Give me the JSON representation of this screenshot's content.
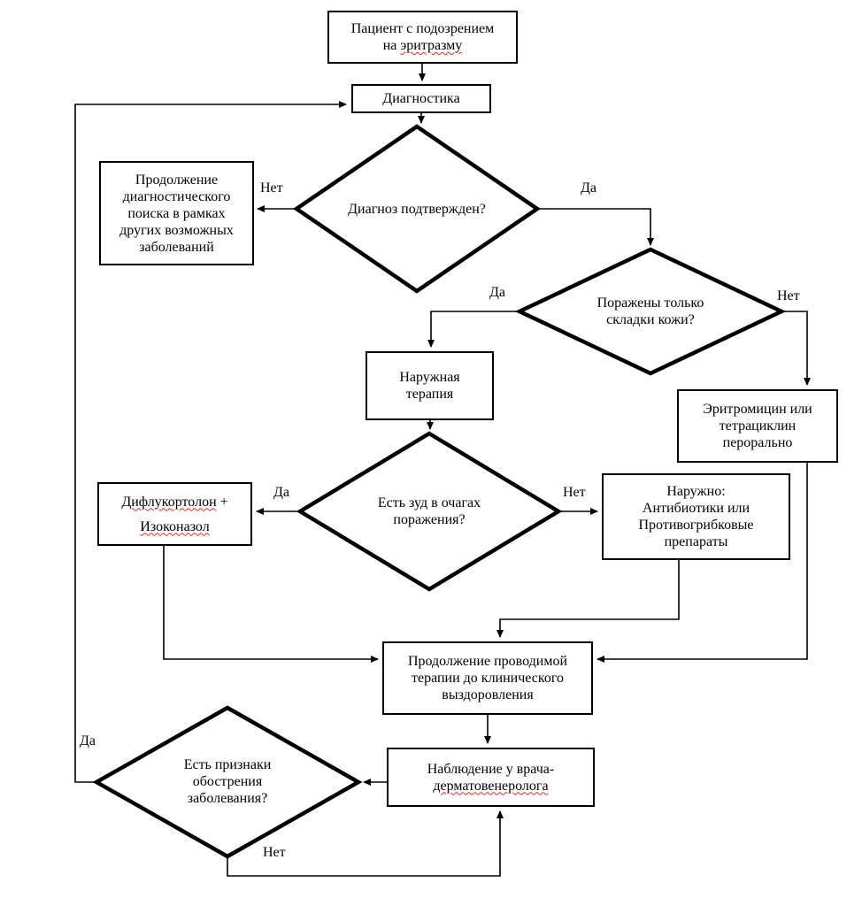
{
  "nodes": {
    "patient": {
      "line1": "Пациент с подозрением",
      "line2_prefix": "на ",
      "line2_word": "эритразму"
    },
    "diagnostics": {
      "label": "Диагностика"
    },
    "decision_confirmed": {
      "label": "Диагноз подтвержден?"
    },
    "diagnostic_search": {
      "lines": [
        "Продолжение",
        "диагностического",
        "поиска в рамках",
        "других возможных",
        "заболеваний"
      ]
    },
    "decision_folds": {
      "lines": [
        "Поражены только",
        "складки кожи?"
      ]
    },
    "external_therapy": {
      "lines": [
        "Наружная",
        "терапия"
      ]
    },
    "erythromycin": {
      "lines": [
        "Эритромицин или",
        "тетрациклин",
        "перорально"
      ]
    },
    "decision_itch": {
      "lines": [
        "Есть зуд в очагах",
        "поражения?"
      ]
    },
    "diflucortolone": {
      "word1": "Дифлукортолон",
      "suffix": " +",
      "word2": "Изоконазол"
    },
    "topical_drugs": {
      "lines": [
        "Наружно:",
        "Антибиотики или",
        "Противогрибковые",
        "препараты"
      ]
    },
    "continue_therapy": {
      "lines": [
        "Продолжение проводимой",
        "терапии до клинического",
        "выздоровления"
      ]
    },
    "observation": {
      "line1": "Наблюдение у врача-",
      "line2_word": "дерматовенеролога"
    },
    "decision_relapse": {
      "lines": [
        "Есть признаки",
        "обострения",
        "заболевания?"
      ]
    }
  },
  "edge_labels": {
    "confirmed_no": "Нет",
    "confirmed_yes": "Да",
    "folds_yes": "Да",
    "folds_no": "Нет",
    "itch_yes": "Да",
    "itch_no": "Нет",
    "relapse_yes": "Да",
    "relapse_no": "Нет"
  },
  "colors": {
    "stroke": "#000000",
    "misspell_underline": "#e02b20",
    "background": "#ffffff"
  }
}
